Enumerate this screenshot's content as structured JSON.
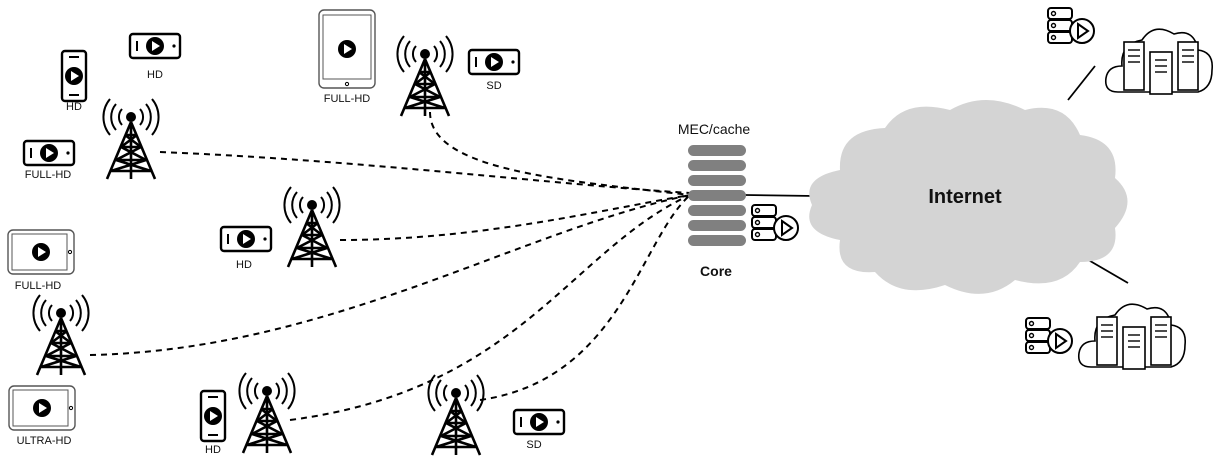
{
  "labels": {
    "mec": "MEC/cache",
    "core": "Core",
    "internet": "Internet"
  },
  "devices": [
    {
      "kind": "phone",
      "quality": "HD"
    },
    {
      "kind": "phone-landscape",
      "quality": "HD"
    },
    {
      "kind": "phone-landscape",
      "quality": "FULL-HD"
    },
    {
      "kind": "tablet",
      "quality": "FULL-HD"
    },
    {
      "kind": "tablet-landscape",
      "quality": "FULL-HD"
    },
    {
      "kind": "phone-landscape",
      "quality": "SD"
    },
    {
      "kind": "phone-landscape",
      "quality": "HD"
    },
    {
      "kind": "tablet-landscape",
      "quality": "ULTRA-HD"
    },
    {
      "kind": "phone",
      "quality": "HD"
    },
    {
      "kind": "phone-landscape",
      "quality": "SD"
    }
  ],
  "icons": {
    "tower": "cell-tower-icon",
    "cache": "mec-cache-stack-icon",
    "server": "video-server-icon",
    "cloud": "internet-cloud-icon",
    "datacenter": "cloud-datacenter-icon"
  },
  "colors": {
    "line": "#000000",
    "cloud": "#d4d4d4",
    "cache": "#808080"
  }
}
